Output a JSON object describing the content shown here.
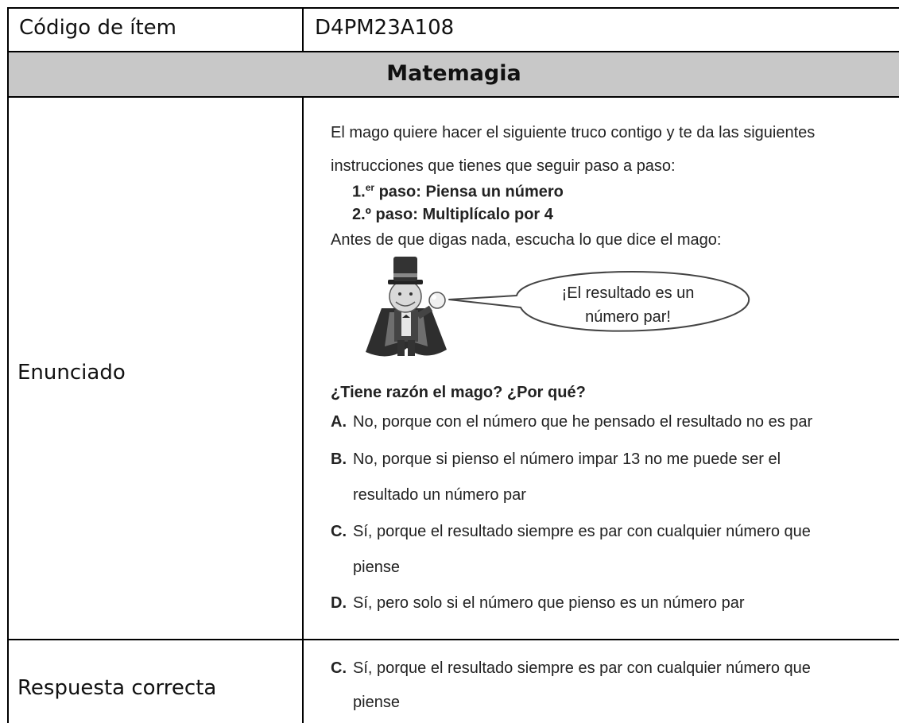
{
  "row1": {
    "label": "Código de ítem",
    "value": "D4PM23A108"
  },
  "title": "Matemagia",
  "enunciado": {
    "label": "Enunciado",
    "intro_line1": "El mago quiere hacer el siguiente truco contigo y te da las siguientes",
    "intro_line2": "instrucciones que tienes que seguir paso a paso:",
    "step1_num": "1.",
    "step1_sup": "er",
    "step1_text": " paso: Piensa un número",
    "step2": "2.º paso: Multiplícalo por 4",
    "before": "Antes de que digas nada, escucha lo que dice el mago:",
    "bubble_line1": "¡El resultado es un",
    "bubble_line2": "número par!",
    "question": "¿Tiene razón el mago? ¿Por qué?",
    "options": [
      {
        "letter": "A.",
        "text": "No, porque con el número que he pensado el resultado no es par"
      },
      {
        "letter": "B.",
        "text": "No, porque si pienso el número impar 13 no me puede ser el",
        "cont": "resultado un número par"
      },
      {
        "letter": "C.",
        "text": "Sí, porque el resultado siempre es par con cualquier número que",
        "cont": "piense"
      },
      {
        "letter": "D.",
        "text": "Sí, pero solo si el número que pienso es un número par"
      }
    ]
  },
  "respuesta": {
    "label": "Respuesta correcta",
    "letter": "C.",
    "text": "Sí, porque el resultado siempre es par con cualquier número que",
    "cont": "piense"
  },
  "icons": {
    "magician": "magician-illustration"
  }
}
